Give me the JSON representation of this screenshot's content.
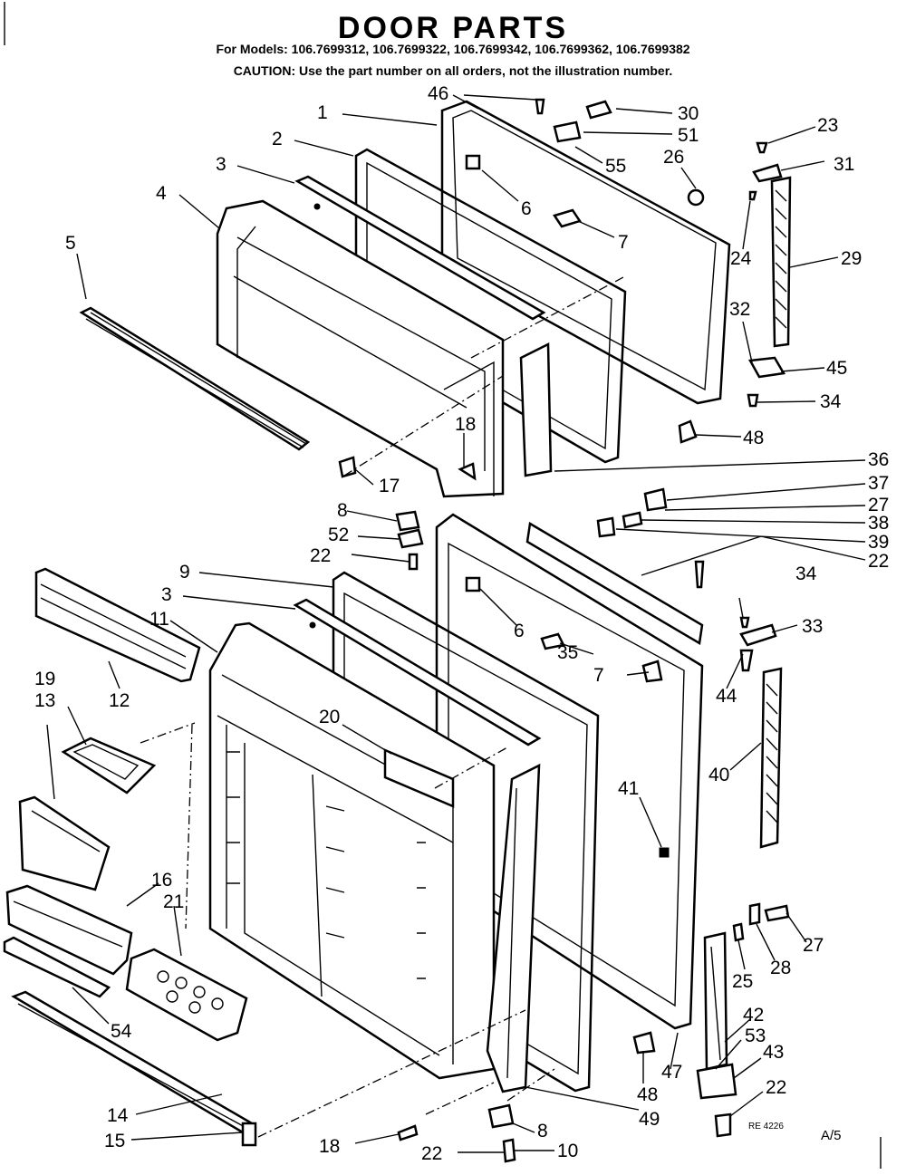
{
  "header": {
    "title": "DOOR PARTS",
    "models": "For Models: 106.7699312, 106.7699322, 106.7699342, 106.7699362, 106.7699382",
    "caution": "CAUTION: Use the part number on all orders, not the illustration number."
  },
  "footer": {
    "drawing_code": "RE 4226",
    "page": "A/5"
  },
  "callouts": [
    "1",
    "2",
    "3",
    "4",
    "5",
    "46",
    "30",
    "51",
    "55",
    "6",
    "7",
    "26",
    "23",
    "31",
    "24",
    "29",
    "32",
    "45",
    "34",
    "48",
    "18",
    "17",
    "36",
    "37",
    "27",
    "38",
    "39",
    "22",
    "8",
    "52",
    "9",
    "3",
    "11",
    "12",
    "19",
    "13",
    "20",
    "6",
    "35",
    "7",
    "34",
    "33",
    "44",
    "40",
    "41",
    "16",
    "21",
    "54",
    "27",
    "28",
    "25",
    "42",
    "53",
    "43",
    "22",
    "14",
    "15",
    "18",
    "8",
    "22",
    "10",
    "49",
    "48",
    "47"
  ]
}
